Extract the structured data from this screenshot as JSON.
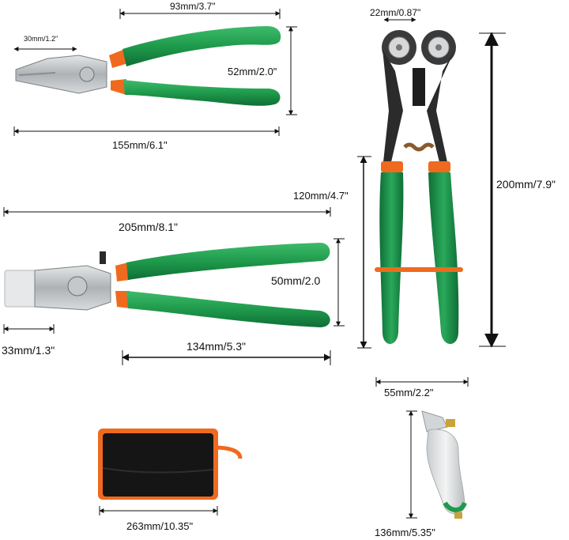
{
  "photo": {
    "description_icons": [
      "pliers-icon",
      "grozing-pliers-icon",
      "running-pliers-icon",
      "tool-bag-icon",
      "glass-cutter-icon"
    ],
    "colors": {
      "handle_green": "#1f9a4c",
      "handle_dark": "#10743a",
      "accent_orange": "#ef6a1e",
      "metal": "#c9ccce",
      "steel_dark": "#2b2b2b",
      "bag_black": "#151515"
    }
  },
  "pliers_small": {
    "jaw_width": "30mm/1.2\"",
    "head_length": "93mm/3.7\"",
    "handle_spread": "52mm/2.0\"",
    "total_length": "155mm/6.1\""
  },
  "pliers_large": {
    "total_length": "205mm/8.1\"",
    "handle_spread": "50mm/2.0",
    "jaw_width": "33mm/1.3\"",
    "handle_length": "134mm/5.3\""
  },
  "nipper": {
    "wheel_width": "22mm/0.87\"",
    "handle_length": "120mm/4.7\"",
    "total_length": "200mm/7.9\""
  },
  "cutter": {
    "width": "55mm/2.2\"",
    "length": "136mm/5.35\""
  },
  "bag": {
    "width": "263mm/10.35\""
  }
}
